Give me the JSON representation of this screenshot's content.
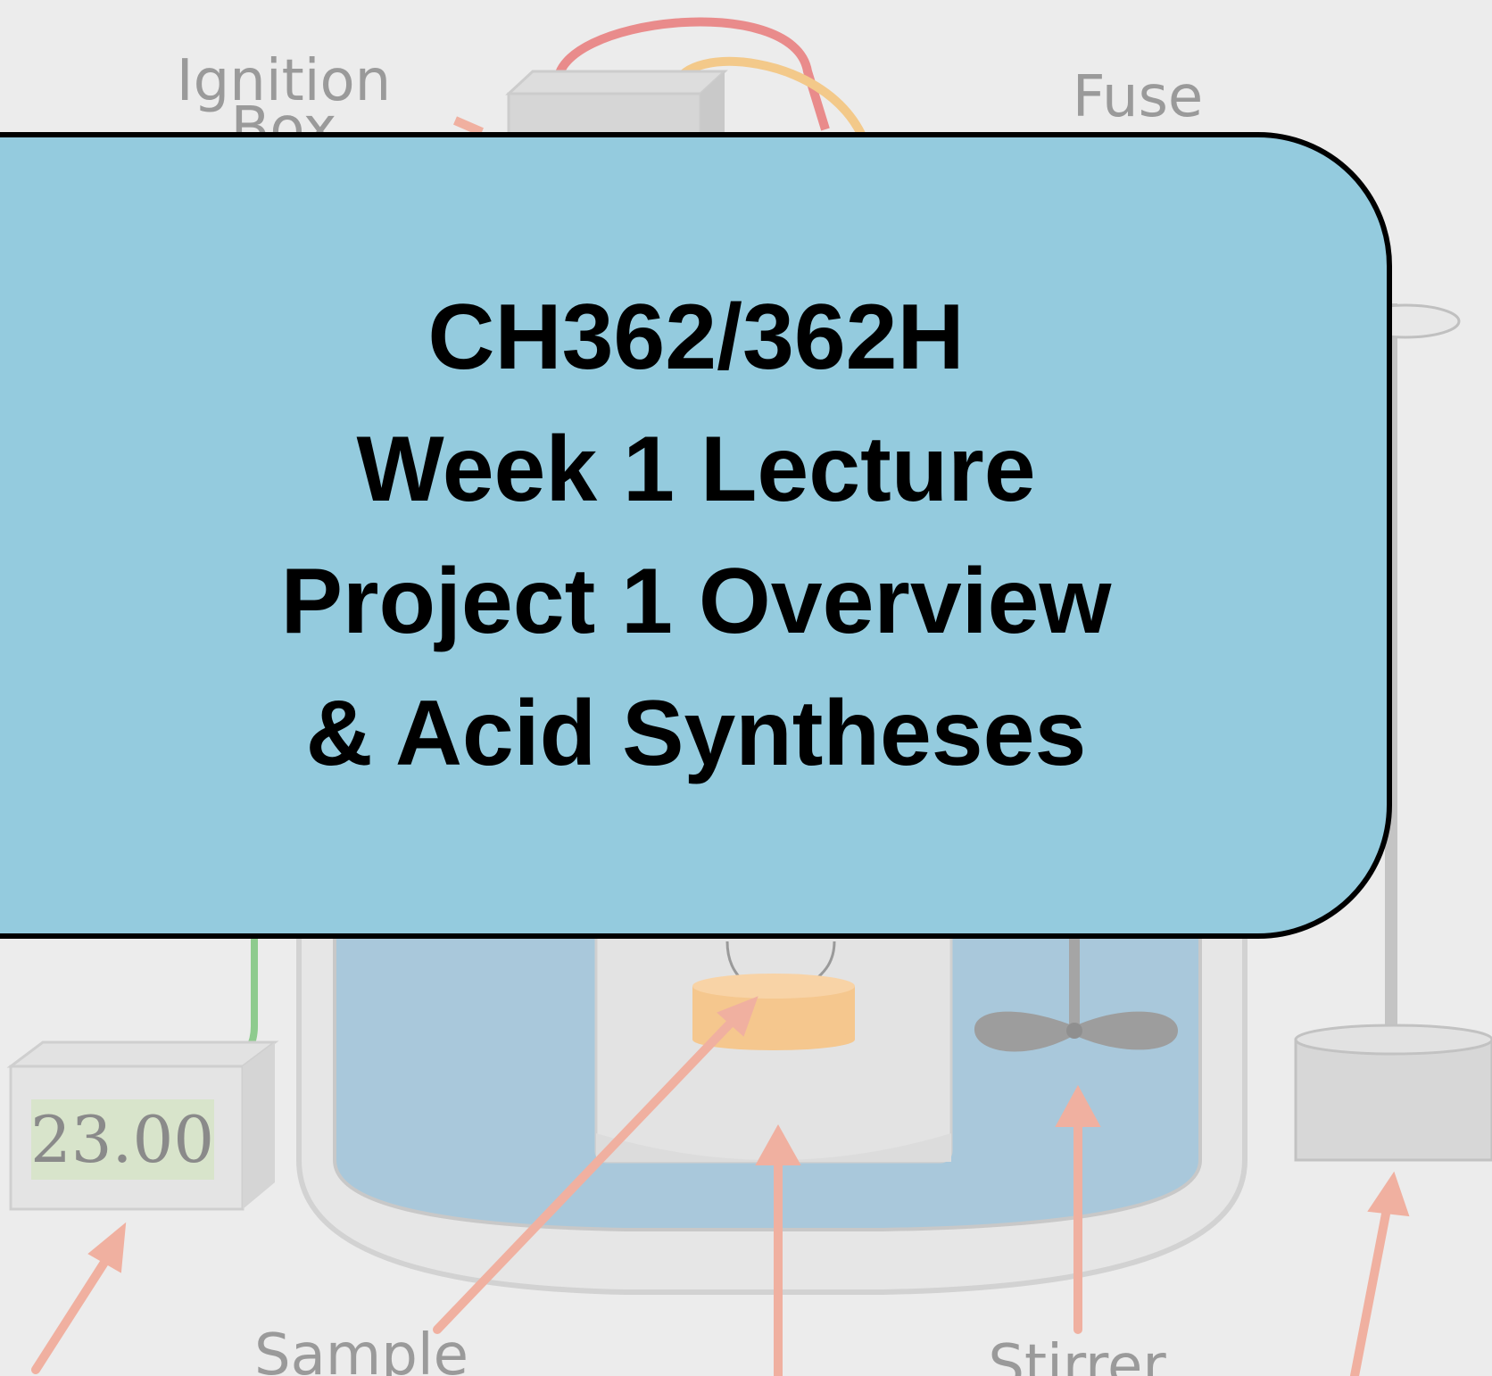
{
  "diagram": {
    "labels": {
      "ignition_box": "Ignition",
      "ignition_box_cut": "Box",
      "fuse": "Fuse",
      "sample": "Sample",
      "stirrer": "Stirrer"
    },
    "thermometer_readout": "23.00",
    "colors": {
      "background": "#ececec",
      "water": "#a9c8db",
      "arrow": "#f0b0a0",
      "sample": "#f5c78e",
      "wire_red": "#e98b8b",
      "wire_orange": "#f3c98a",
      "wire_green": "#8ecb8e"
    }
  },
  "title_box": {
    "lines": [
      "CH362/362H",
      "Week 1 Lecture",
      "Project 1 Overview",
      "& Acid Syntheses"
    ],
    "fill": "#94cbde",
    "border": "#000000"
  }
}
